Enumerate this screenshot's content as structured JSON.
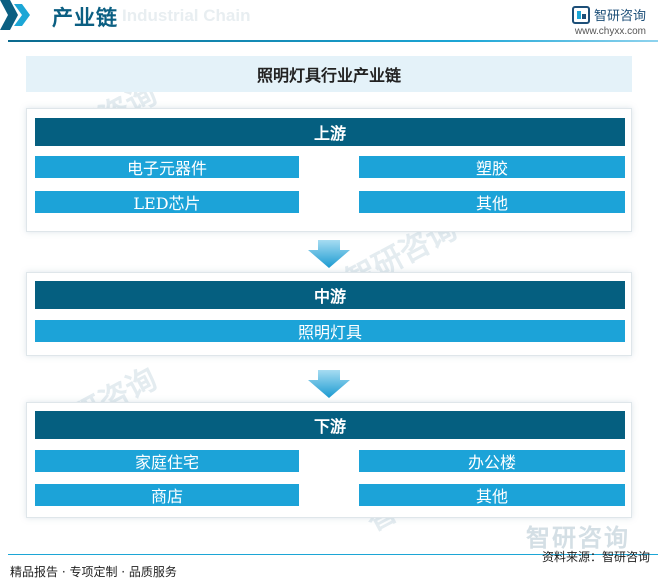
{
  "header": {
    "title": "产业链",
    "watermark_text": "Industrial Chain",
    "brand_name": "智研咨询",
    "brand_url": "www.chyxx.com"
  },
  "diagram": {
    "title": "照明灯具行业产业链",
    "upstream": {
      "label": "上游",
      "items": [
        "电子元器件",
        "塑胶",
        "LED芯片",
        "其他"
      ]
    },
    "midstream": {
      "label": "中游",
      "items": [
        "照明灯具"
      ]
    },
    "downstream": {
      "label": "下游",
      "items": [
        "家庭住宅",
        "办公楼",
        "商店",
        "其他"
      ]
    }
  },
  "footer": {
    "left": "精品报告 · 专项定制 · 品质服务",
    "source": "资料来源：智研咨询",
    "watermark": "智研咨询"
  },
  "colors": {
    "band": "#055f80",
    "cell": "#1ca3d8",
    "title_bg": "#e4f2f9",
    "accent": "#0b5f82"
  }
}
